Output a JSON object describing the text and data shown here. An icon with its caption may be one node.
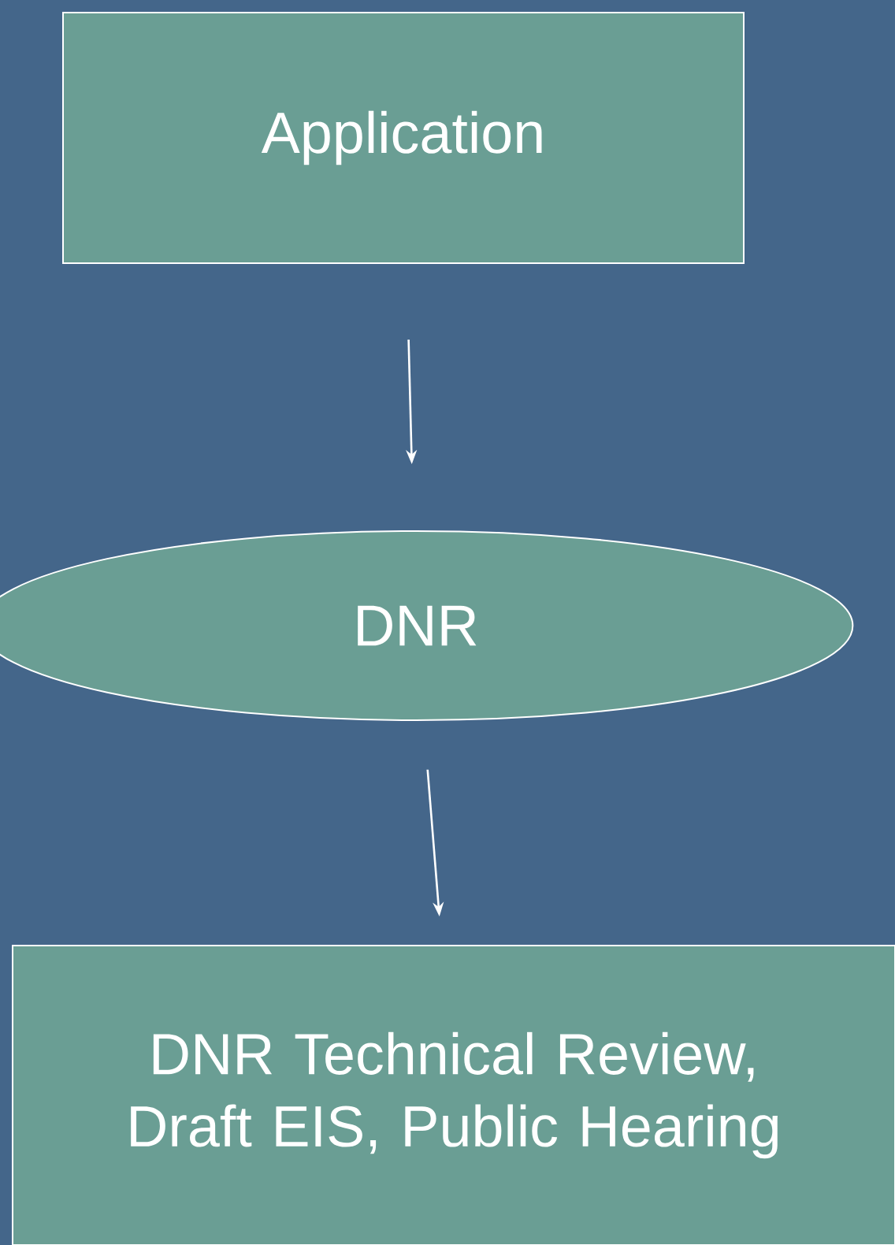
{
  "diagram": {
    "nodes": [
      {
        "text": [
          "Application"
        ]
      },
      {
        "text": [
          "DNR"
        ]
      },
      {
        "text": [
          "DNR Technical Review, Draft EIS, Public Hearing"
        ]
      }
    ],
    "edges": [
      {
        "from": 0,
        "to": 1,
        "arrow": "to"
      },
      {
        "from": 1,
        "to": 2,
        "arrow": "to"
      }
    ]
  }
}
